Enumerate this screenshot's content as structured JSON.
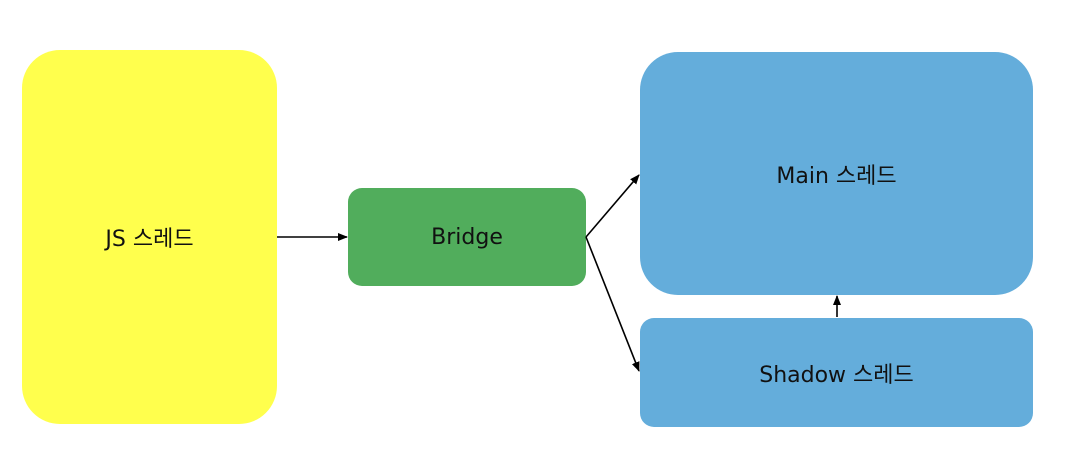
{
  "nodes": {
    "js": {
      "label": "JS 스레드",
      "color": "#ffff4d"
    },
    "bridge": {
      "label": "Bridge",
      "color": "#51ad5c"
    },
    "main": {
      "label": "Main 스레드",
      "color": "#64addb"
    },
    "shadow": {
      "label": "Shadow 스레드",
      "color": "#64addb"
    }
  },
  "edges": [
    {
      "from": "JS 스레드",
      "to": "Bridge"
    },
    {
      "from": "Bridge",
      "to": "Main 스레드"
    },
    {
      "from": "Bridge",
      "to": "Shadow 스레드"
    },
    {
      "from": "Shadow 스레드",
      "to": "Main 스레드"
    }
  ]
}
